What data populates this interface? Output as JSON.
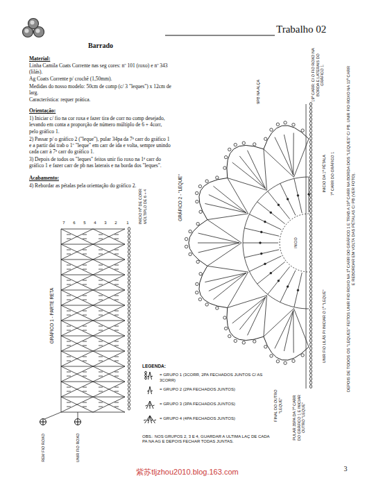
{
  "diagram": {
    "title": "Trabalho 02",
    "labels": [
      "Barrado",
      "Material:",
      "Linha Camila Coats Corrente nas seg cores: nº 101 (roxo) e nº 343 (lilás).",
      "Ag Coats Corrente p/ crochê (1,50mm).",
      "Medidas do nosso modelo: 50cm de comp (c/ 3 \"leques\") x 12cm de larg.",
      "Característica: requer prática.",
      "Orientação:",
      "1) Iniciar c/ fio na cor roxa e fazer tira de corr no comp desejado, levando em conta a proporção de número múltiplo de 6 + 4corr, pelo gráfico 1.",
      "2) Passar p/ o gráfico 2 (\"leque\"), pular 34pa da 7ª carr do gráfico 1 e a partir daí trab o 1º \"leque\" em carr de ida e volta, sempre unindo cada carr à 7ª carr do gráfico 1.",
      "3) Depois de todos os \"leques\" feitos unir fio roxo na 1ª carr do gráfico 1 e fazer carr de pb nas laterais e na borda dos \"leques\".",
      "Acabamento:",
      "4) Rebordar as pétalas pela orientação do gráfico 2.",
      "7",
      "6",
      "5",
      "4",
      "3",
      "2",
      "1",
      "INICIO Nº DE CORR MÚLTIPLO DE 6 + 4",
      "GRÁFICO 1 - PARTE RETA",
      "REM FIO ROXO",
      "UNIR FIO ROXO",
      "LEGENDA:",
      "OBS.: NOS GRUPOS 2, 3 E 4, GUARDAR A ULTIMA LAÇ DE CADA PA NA AG E DEPOIS FECHAR TODAS JUNTAS.",
      "GRÁFICO 2 - \"LEQUE\"",
      "9PB NA ALÇA",
      "19ª CARR: C/ O FIO ROXO NA BORDA E LATERAIS DO GRÁFICO 1.",
      "INICIO DA 1ª PÉTALA",
      "7ª CARR DO GRÁFICO 1",
      "DEPOIS DE TODOS OS \"LEQUES\" FEITOS UNIR FIO ROXO NA 1ª CARR DO GRÁFICO 1 E TRAB A 19ª CARR NA BORDA DOS \"LEQUES\" C/ PB. UNIR FIO ROXO NA 11ª CARR E REBORDAR EM VOLTA DAS PÉTALAS C/ PB (VER FOTO).",
      "UNIR FIO LILÁS P/ INICIAR O 1º \"LEQUE\"",
      "FINAL DO OUTRO \"LEQUE\"",
      "PULAR 35PA DA 7ª CARR DO GRÁFICO 1 E INICIAR OUTRO \"LEQUE\"",
      "INICIO",
      "紫苏tljzhou2010.blog.163.com",
      "3"
    ],
    "legend": [
      {
        "text": "= GRUPO 1 (3CORR, 2PA FECHADOS JUNTOS C/ AS 3CORR)"
      },
      {
        "text": "= GRUPO 2 (2PA FECHADOS JUNTOS)"
      },
      {
        "text": "= GRUPO 3 (3PA FECHADOS JUNTOS)"
      },
      {
        "text": "= GRUPO 4 (4PA FECHADOS JUNTOS)"
      }
    ]
  }
}
